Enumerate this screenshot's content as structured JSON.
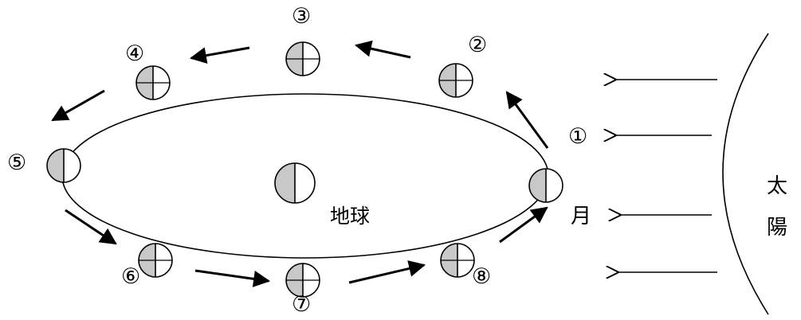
{
  "positions": [
    {
      "label": "①"
    },
    {
      "label": "②"
    },
    {
      "label": "③"
    },
    {
      "label": "④"
    },
    {
      "label": "⑤"
    },
    {
      "label": "⑥"
    },
    {
      "label": "⑦"
    },
    {
      "label": "⑧"
    }
  ],
  "earth_label": "地球",
  "moon_label": "月",
  "sun_label_1": "太",
  "sun_label_2": "陽",
  "colors": {
    "stroke": "#000000",
    "shade": "#c8c8c8",
    "background": "#ffffff"
  }
}
